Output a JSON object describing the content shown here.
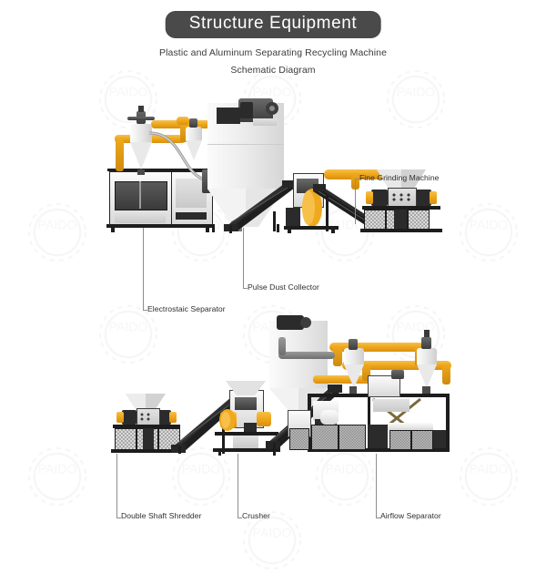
{
  "header": {
    "banner_title": "Structure  Equipment",
    "subtitle_line1": "Plastic and Aluminum Separating Recycling Machine",
    "subtitle_line2": "Schematic Diagram",
    "banner_bg": "#4a4a4a",
    "banner_text_color": "#ffffff"
  },
  "watermark": {
    "text": "PAIDO",
    "color": "#cfcfcf"
  },
  "palette": {
    "background": "#ffffff",
    "accent_yellow": "#efa91d",
    "machine_gray": "#e4e4e4",
    "frame_black": "#1d1d1d",
    "leader_line": "#8d8d8d",
    "label_text": "#2e2e2e"
  },
  "callouts": [
    {
      "id": "electrostatic-separator",
      "label": "Electrostaic Separator",
      "row": "upper"
    },
    {
      "id": "pulse-dust-collector",
      "label": "Pulse Dust Collector",
      "row": "upper"
    },
    {
      "id": "fine-grinding-machine",
      "label": "Fine Grinding Machine",
      "row": "upper"
    },
    {
      "id": "double-shaft-shredder",
      "label": "Double Shaft Shredder",
      "row": "lower"
    },
    {
      "id": "crusher",
      "label": "Crusher",
      "row": "lower"
    },
    {
      "id": "airflow-separator",
      "label": "Airflow Separator",
      "row": "lower"
    }
  ],
  "machines": {
    "upper_row": [
      "Electrostaic Separator",
      "Pulse Dust Collector",
      "Fine Grinding Machine"
    ],
    "lower_row": [
      "Double Shaft Shredder",
      "Crusher",
      "Airflow Separator"
    ]
  }
}
